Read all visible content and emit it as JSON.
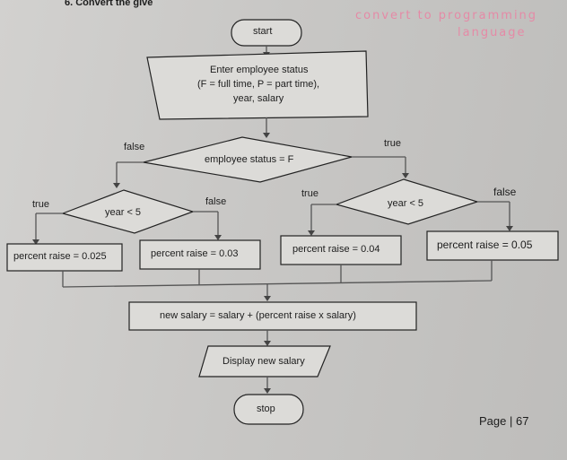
{
  "header_text": "6. Convert the give",
  "annotation": {
    "line1": "convert to programming",
    "line2": "language"
  },
  "flowchart": {
    "start": "start",
    "input": {
      "line1": "Enter employee status",
      "line2": "(F = full time, P = part time),",
      "line3": "year, salary"
    },
    "decision_status": {
      "label": "employee status = F",
      "false_label": "false",
      "true_label": "true"
    },
    "decision_year_left": {
      "label": "year < 5",
      "true_label": "true",
      "false_label": "false"
    },
    "decision_year_right": {
      "label": "year < 5",
      "true_label": "true",
      "false_label": "false"
    },
    "raise_boxes": [
      "percent raise = 0.025",
      "percent raise = 0.03",
      "percent raise = 0.04",
      "percent raise = 0.05"
    ],
    "calc": "new salary = salary + (percent raise x salary)",
    "display": "Display new salary",
    "stop": "stop"
  },
  "footer": {
    "page": "Page | 67"
  }
}
